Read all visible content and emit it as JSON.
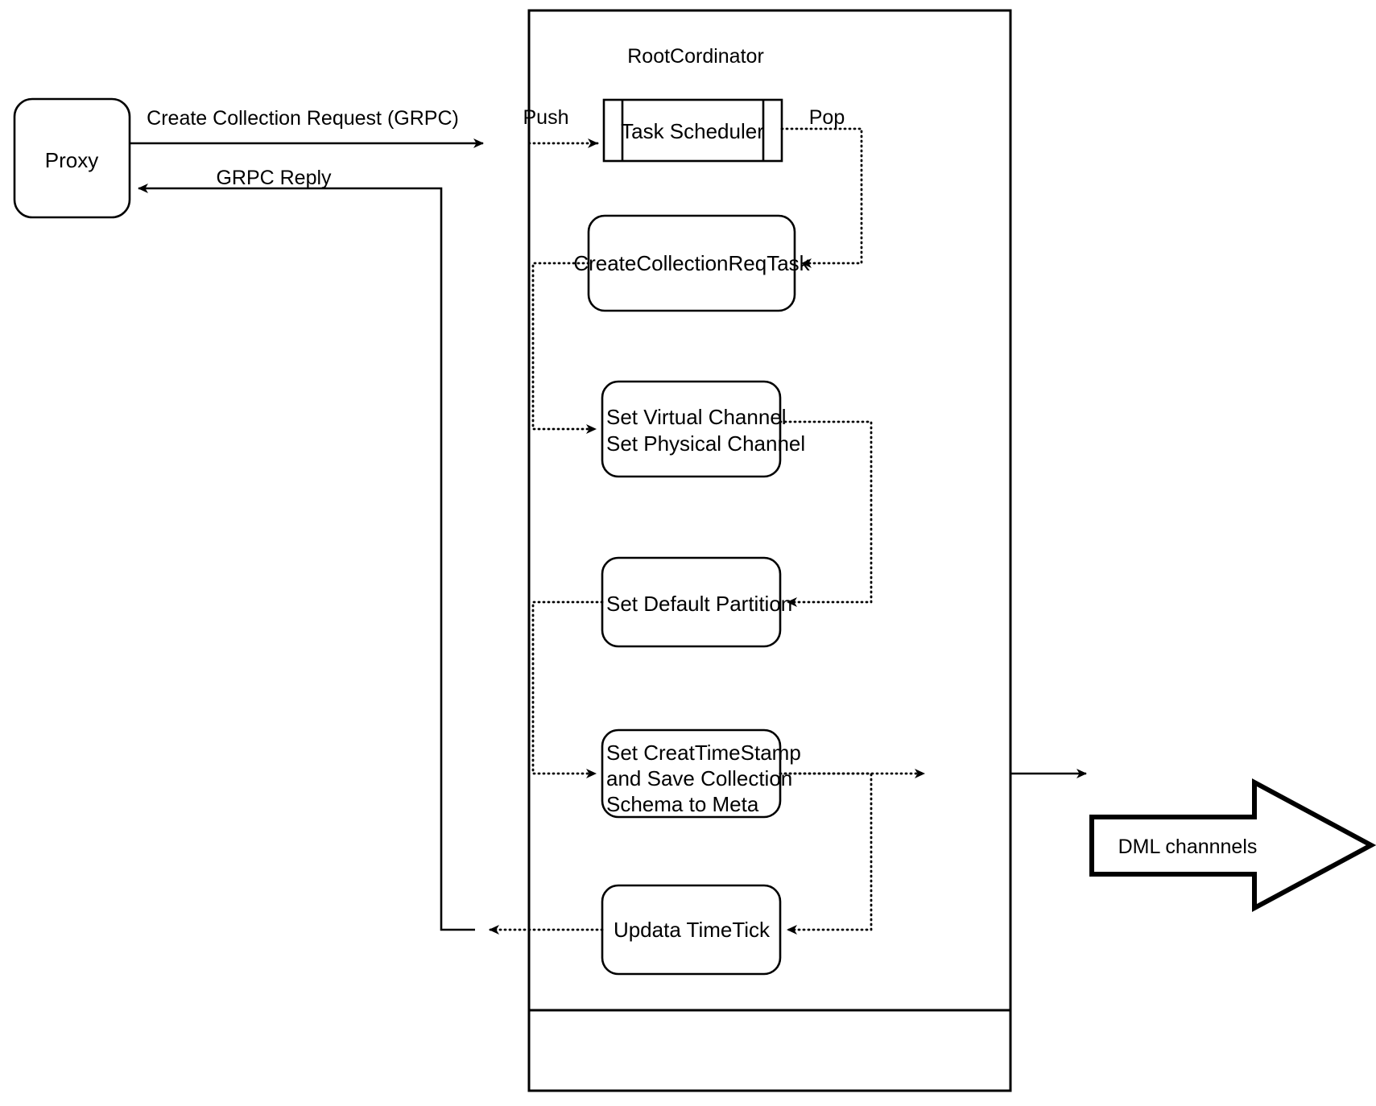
{
  "diagram": {
    "title_note": "Milvus create-collection flow through RootCordinator",
    "colors": {
      "stroke": "#000000",
      "fill": "#ffffff",
      "text": "#000000"
    },
    "container": {
      "label": "RootCordinator"
    },
    "nodes": {
      "proxy": {
        "label": "Proxy"
      },
      "task_scheduler": {
        "label": "Task Scheduler"
      },
      "create_collection_req_task": {
        "label": "CreateCollectionReqTask"
      },
      "set_channel": {
        "line1": "Set Virtual Channel",
        "line2": "Set Physical Channel"
      },
      "set_default_partition": {
        "label": "Set Default Partition"
      },
      "set_timestamp": {
        "line1": "Set CreatTimeStamp",
        "line2": "and Save Collection",
        "line3": "Schema to Meta"
      },
      "update_timetick": {
        "label": "Updata TimeTick"
      },
      "dml_channels": {
        "label": "DML channnels"
      }
    },
    "edges": {
      "create_collection_request": {
        "label": "Create Collection Request (GRPC)"
      },
      "grpc_reply": {
        "label": "GRPC Reply"
      },
      "push": {
        "label": "Push"
      },
      "pop": {
        "label": "Pop"
      }
    }
  }
}
